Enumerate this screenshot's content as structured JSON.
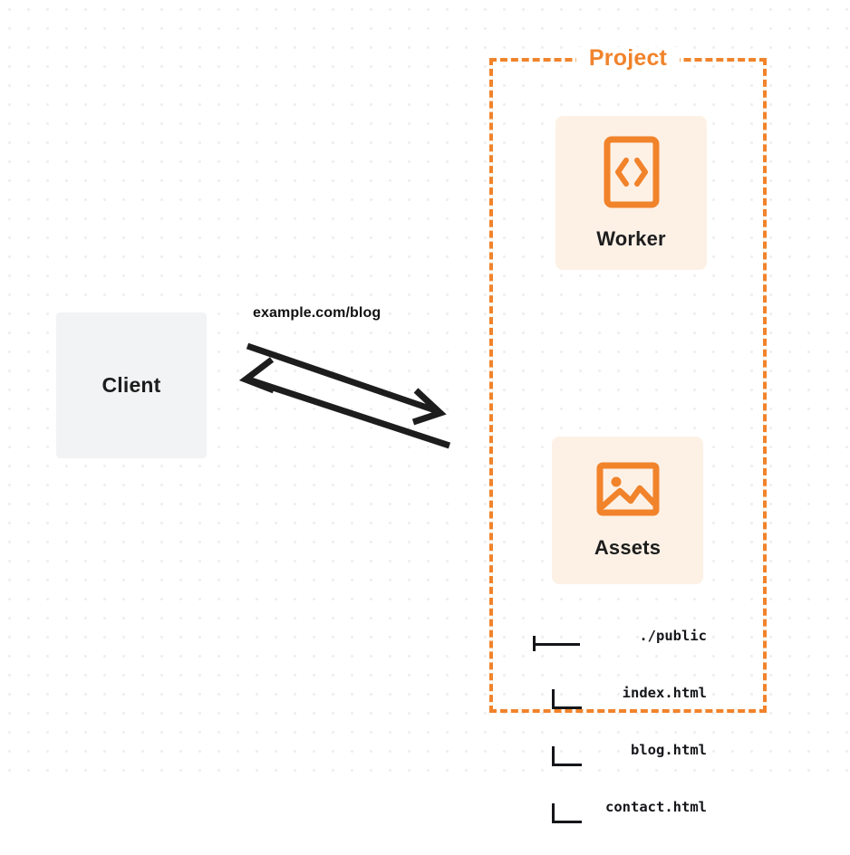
{
  "diagram": {
    "title": "Client to Project (Worker + Assets) request flow",
    "colors": {
      "accent_orange": "#F1832B",
      "card_background": "#FDF1E6",
      "client_background": "#F2F3F5",
      "text_dark": "#1d1d1d",
      "grid_dot": "#eceef0"
    }
  },
  "project": {
    "label": "Project",
    "nodes": [
      {
        "id": "worker",
        "title": "Worker",
        "icon": "code-document-icon"
      },
      {
        "id": "assets",
        "title": "Assets",
        "icon": "image-picture-icon"
      }
    ]
  },
  "client": {
    "label": "Client"
  },
  "connection": {
    "label": "example.com/blog",
    "request_direction": "client-to-project",
    "response_direction": "project-to-client"
  },
  "file_tree": {
    "rows": [
      {
        "branch": "root",
        "name": "./public"
      },
      {
        "branch": "child",
        "name": "index.html"
      },
      {
        "branch": "child",
        "name": "blog.html"
      },
      {
        "branch": "child",
        "name": "contact.html"
      }
    ]
  }
}
